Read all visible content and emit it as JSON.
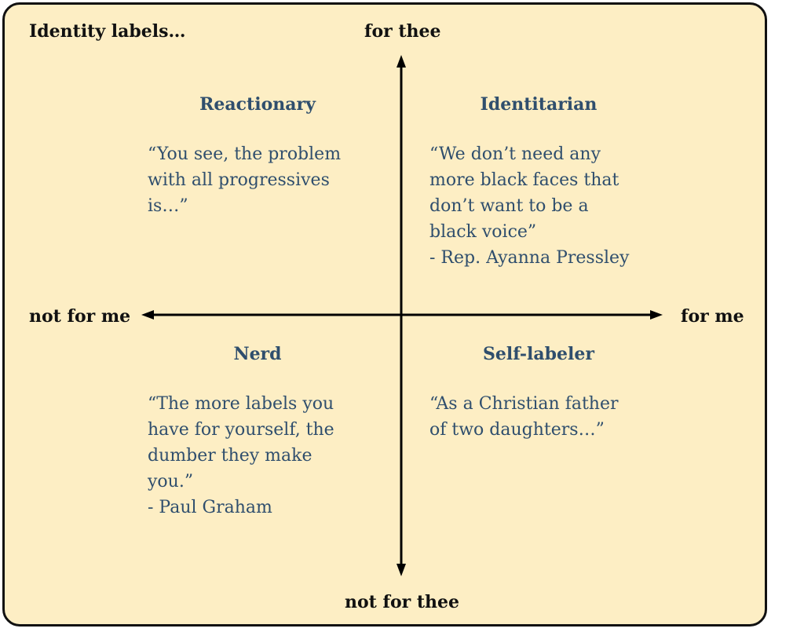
{
  "corner_label": "Identity labels…",
  "axes": {
    "top": "for thee",
    "bottom": "not for thee",
    "left": "not for me",
    "right": "for me"
  },
  "quadrants": {
    "top_left": {
      "title": "Reactionary",
      "text": "“You see, the problem\nwith all progressives\nis…”"
    },
    "top_right": {
      "title": "Identitarian",
      "text": "“We don’t need any\nmore black faces that\ndon’t want to be a\nblack voice”\n- Rep. Ayanna Pressley"
    },
    "bottom_left": {
      "title": "Nerd",
      "text": "“The more labels you\nhave for yourself, the\ndumber they make\nyou.”\n- Paul Graham"
    },
    "bottom_right": {
      "title": "Self-labeler",
      "text": "“As a Christian father\nof two daughters…”"
    }
  }
}
